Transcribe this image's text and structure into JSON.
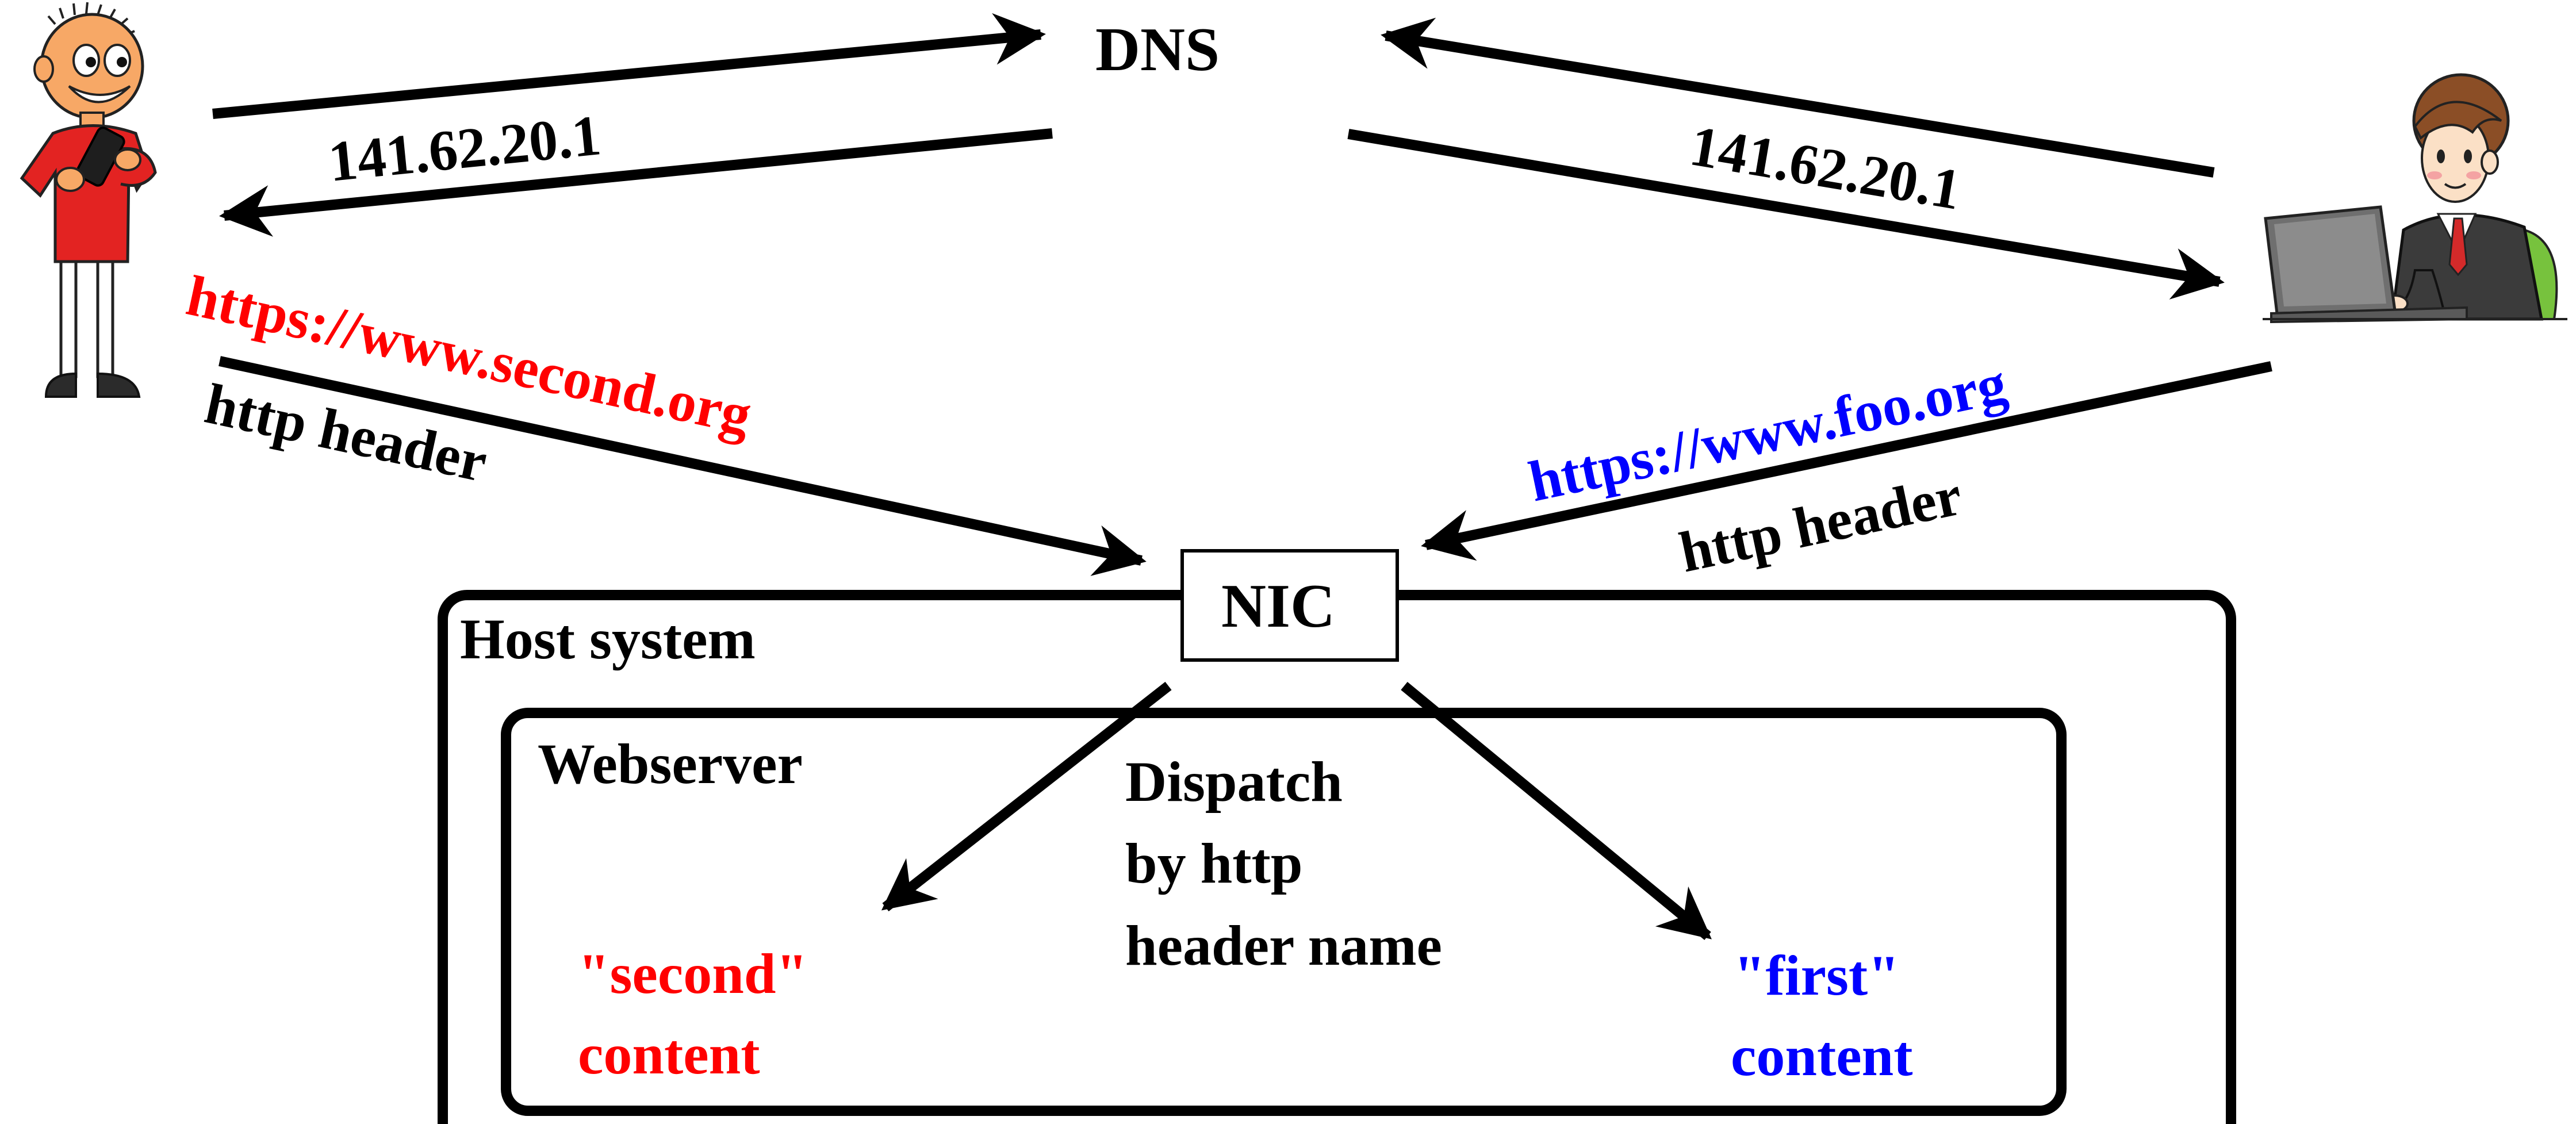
{
  "dns": {
    "label": "DNS"
  },
  "nic": {
    "label": "NIC"
  },
  "host_system": {
    "label": "Host system"
  },
  "webserver": {
    "label": "Webserver"
  },
  "dns_reply_left": {
    "text": "141.62.20.1"
  },
  "dns_reply_right": {
    "text": "141.62.20.1"
  },
  "left_request": {
    "url": "https://www.second.org",
    "header": "http header"
  },
  "right_request": {
    "url": "https://www.foo.org",
    "header": "http header"
  },
  "dispatch": {
    "line1": "Dispatch",
    "line2": "by http",
    "line3": "header name"
  },
  "second_content": {
    "line1": "\"second\"",
    "line2": "content"
  },
  "first_content": {
    "line1": "\"first\"",
    "line2": "content"
  },
  "colors": {
    "second": "#ff0000",
    "first": "#0000ff",
    "ink": "#000000"
  }
}
